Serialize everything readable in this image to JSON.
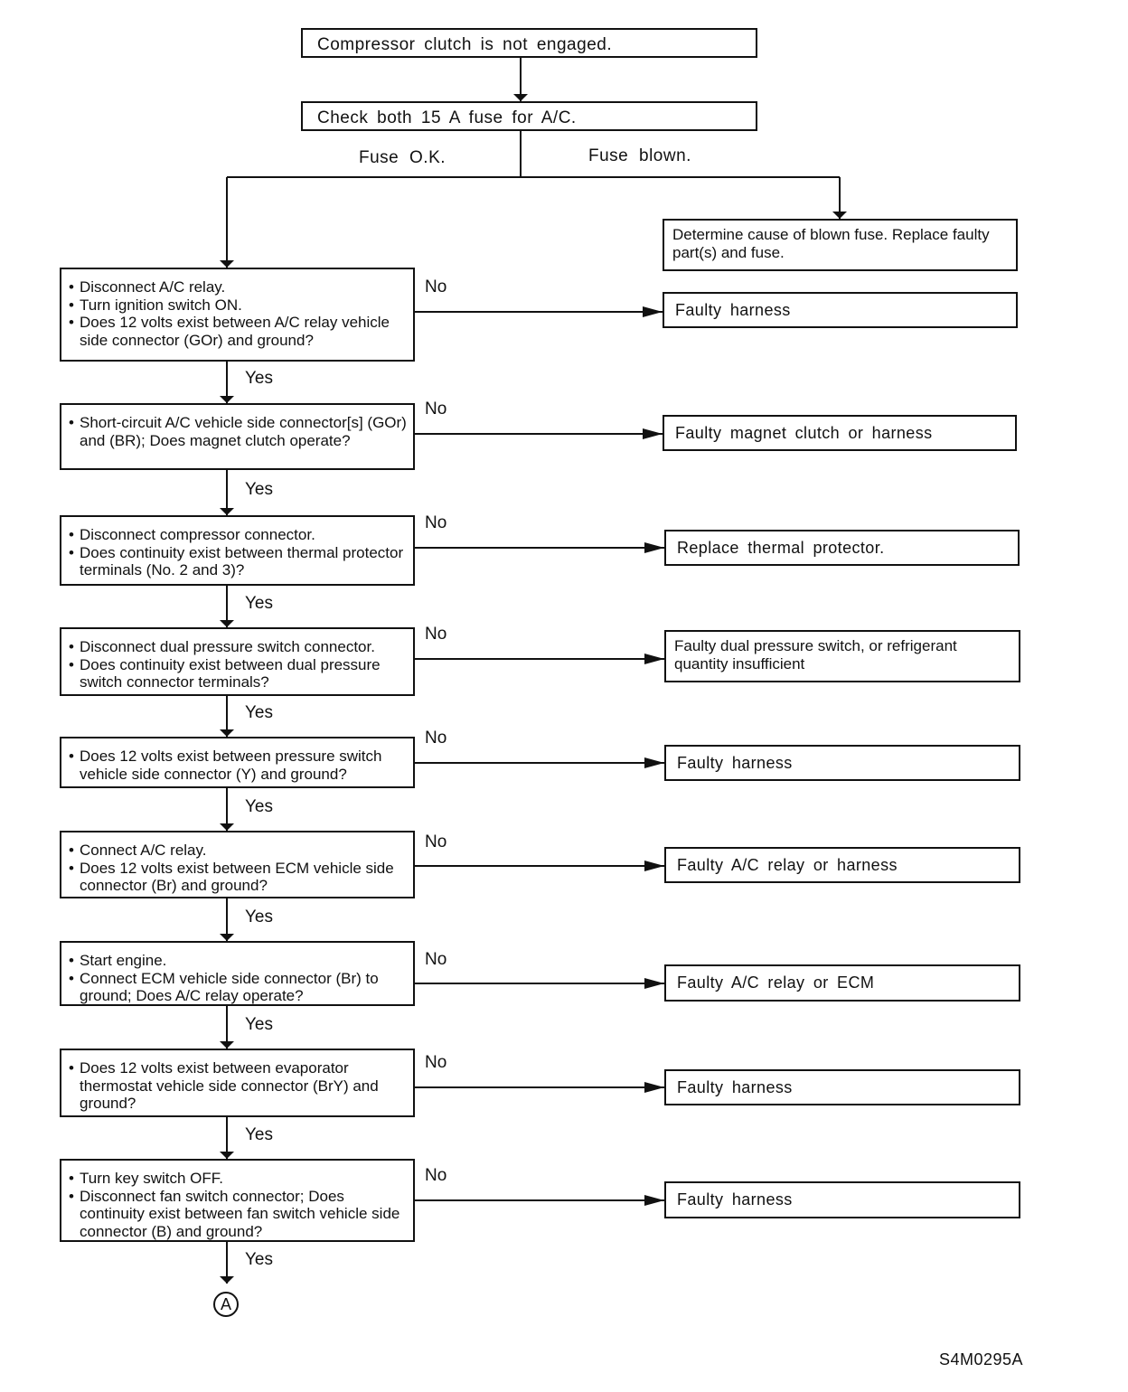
{
  "start": "Compressor clutch is not engaged.",
  "fuse_check": {
    "label": "Check both 15 A fuse for A/C.",
    "ok_label": "Fuse O.K.",
    "blown_label": "Fuse blown.",
    "blown_result": "Determine cause of blown fuse. Replace faulty part(s) and fuse."
  },
  "yes_label": "Yes",
  "no_label": "No",
  "steps": [
    {
      "lines": [
        "Disconnect A/C relay.",
        "Turn ignition switch ON.",
        "Does 12 volts exist between A/C relay vehicle side connector (GOr) and ground?"
      ],
      "no_result": "Faulty harness"
    },
    {
      "lines": [
        "Short-circuit A/C vehicle side connector[s] (GOr) and (BR); Does magnet clutch operate?"
      ],
      "no_result": "Faulty magnet clutch or harness"
    },
    {
      "lines": [
        "Disconnect compressor connector.",
        "Does continuity exist between thermal protector terminals (No. 2 and 3)?"
      ],
      "no_result": "Replace thermal protector."
    },
    {
      "lines": [
        "Disconnect dual pressure switch connector.",
        "Does continuity exist between dual pressure switch connector terminals?"
      ],
      "no_result": "Faulty dual pressure switch, or refrigerant quantity insufficient"
    },
    {
      "lines": [
        "Does 12 volts exist between pressure switch vehicle side connector (Y) and ground?"
      ],
      "no_result": "Faulty harness"
    },
    {
      "lines": [
        "Connect A/C relay.",
        "Does 12 volts exist between ECM vehicle side connector (Br) and ground?"
      ],
      "no_result": "Faulty A/C relay or harness"
    },
    {
      "lines": [
        "Start engine.",
        "Connect ECM vehicle side connector (Br) to ground; Does A/C relay operate?"
      ],
      "no_result": "Faulty A/C relay or ECM"
    },
    {
      "lines": [
        "Does 12 volts exist between evaporator thermostat vehicle side connector (BrY) and ground?"
      ],
      "no_result": "Faulty harness"
    },
    {
      "lines": [
        "Turn key switch OFF.",
        "Disconnect fan switch connector; Does continuity exist between fan switch vehicle side connector (B) and ground?"
      ],
      "no_result": "Faulty harness"
    }
  ],
  "connector": "A",
  "figure_code": "S4M0295A"
}
